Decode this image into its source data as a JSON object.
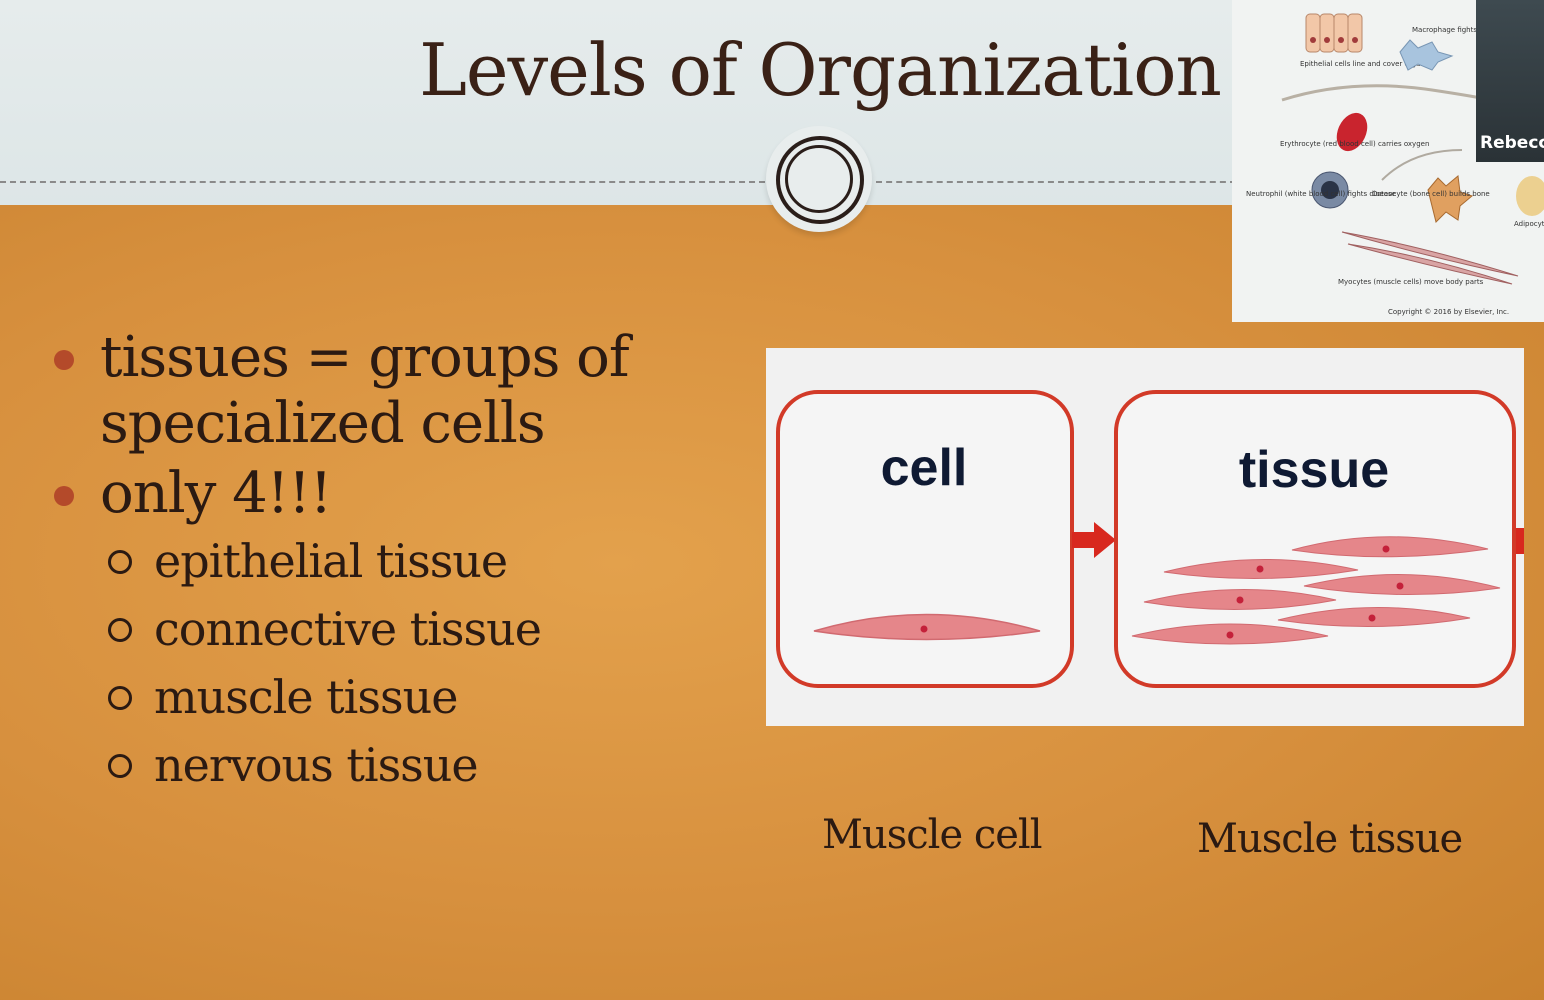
{
  "slide": {
    "title": "Levels of Organization",
    "bullets": [
      {
        "lines": [
          "tissues  =  groups of",
          "specialized cells"
        ]
      },
      {
        "lines": [
          "only 4!!!"
        ]
      }
    ],
    "sub_bullets": [
      "epithelial tissue",
      "connective tissue",
      "muscle tissue",
      "nervous tissue"
    ]
  },
  "diagram": {
    "cell_label": "cell",
    "tissue_label": "tissue",
    "captions": [
      "Muscle cell",
      "Muscle tissue"
    ],
    "colors": {
      "border": "#d23a28",
      "cell_fill": "#e5868a",
      "nucleus": "#c4213a",
      "arrow": "#d8281e"
    }
  },
  "thumbnail": {
    "labels": [
      "Epithelial cells line and cover organs",
      "Macrophage fights disease",
      "Erythrocyte (red blood cell) carries oxygen",
      "Neutrophil (white blood cell) fights disease",
      "Osteocyte (bone cell) builds bone",
      "Myocytes (muscle cells) move body parts",
      "Adipocyte stores fat",
      "Copyright © 2016 by Elsevier, Inc."
    ]
  },
  "video": {
    "participant_name": "Rebecc"
  },
  "colors": {
    "background": "#d9913f",
    "header": "#e3eaea",
    "text": "#2b1a12",
    "bullet_dot": "#b44a2a"
  }
}
